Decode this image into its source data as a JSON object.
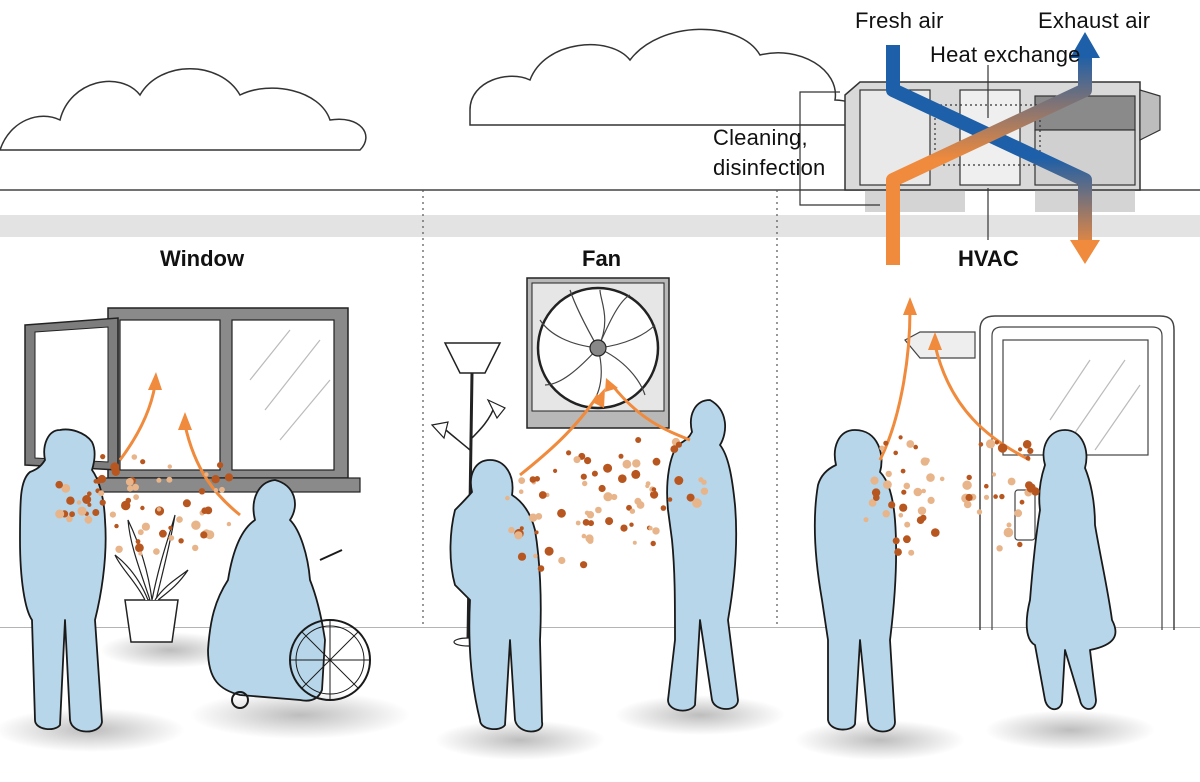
{
  "panels": {
    "window": "Window",
    "fan": "Fan",
    "hvac": "HVAC"
  },
  "hvac_labels": {
    "fresh_air": "Fresh air",
    "exhaust_air": "Exhaust air",
    "heat_exchange": "Heat exchange",
    "cleaning_line1": "Cleaning,",
    "cleaning_line2": "disinfection"
  },
  "colors": {
    "person": "#b7d6ea",
    "person_outline": "#1a1a1a",
    "airflow": "#f08a3c",
    "fresh_air": "#1d5fa8",
    "particle_dark": "#b8561f",
    "particle_light": "#e8b48a",
    "unit_gray": "#d4d4d4",
    "ground": "#e6e6e6"
  }
}
